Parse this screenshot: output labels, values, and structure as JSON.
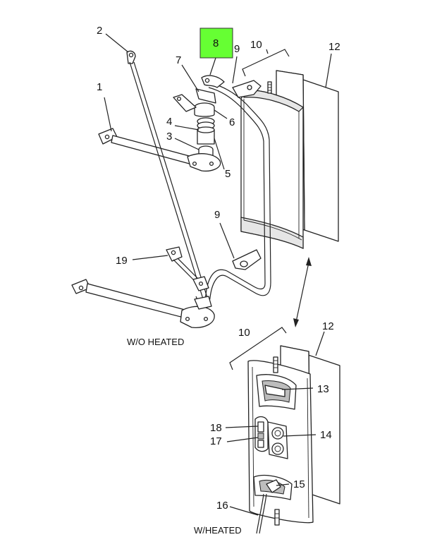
{
  "highlight_color": "#66ff33",
  "highlighted_callout": "8",
  "callouts": {
    "c1": "1",
    "c2": "2",
    "c3": "3",
    "c4": "4",
    "c5": "5",
    "c6": "6",
    "c7": "7",
    "c8": "8",
    "c9a": "9",
    "c9b": "9",
    "c10a": "10",
    "c10b": "10",
    "c12a": "12",
    "c12b": "12",
    "c13": "13",
    "c14": "14",
    "c15": "15",
    "c16": "16",
    "c17": "17",
    "c18": "18",
    "c19": "19"
  },
  "captions": {
    "without_heated": "W/O HEATED",
    "with_heated": "W/HEATED"
  }
}
